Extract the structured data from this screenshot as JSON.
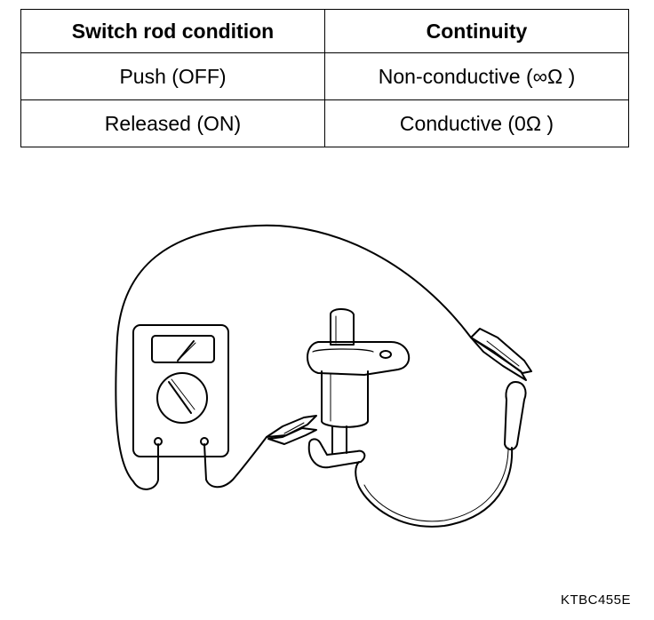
{
  "table": {
    "headers": [
      "Switch rod condition",
      "Continuity"
    ],
    "rows": [
      {
        "condition": "Push (OFF)",
        "continuity": "Non-conductive (∞Ω )"
      },
      {
        "condition": "Released (ON)",
        "continuity": "Conductive (0Ω )"
      }
    ]
  },
  "figure_code": "KTBC455E"
}
